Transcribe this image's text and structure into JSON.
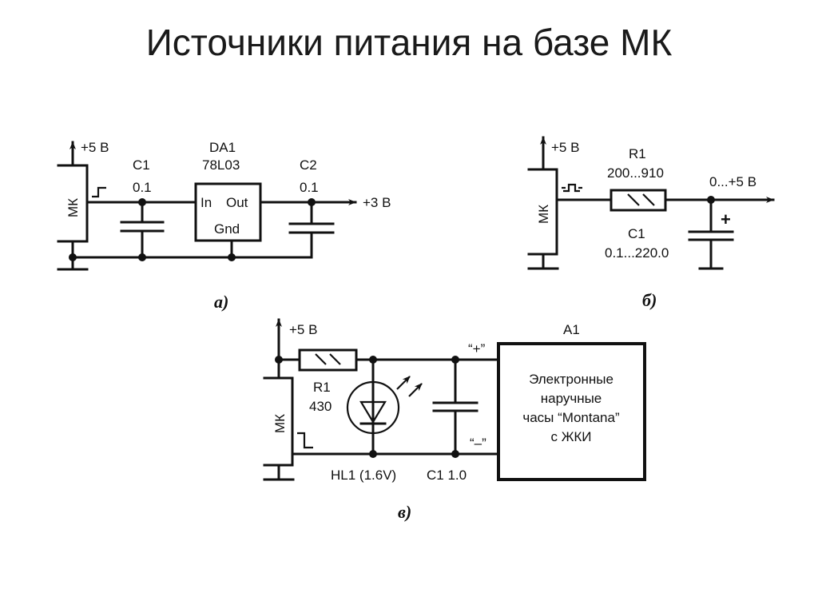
{
  "title": "Источники питания на базе МК",
  "diagram_a": {
    "caption": "а)",
    "mk_label": "МК",
    "supply": "+5 В",
    "c1_name": "C1",
    "c1_value": "0.1",
    "da1_name": "DA1",
    "da1_part": "78L03",
    "pin_in": "In",
    "pin_out": "Out",
    "pin_gnd": "Gnd",
    "c2_name": "C2",
    "c2_value": "0.1",
    "output": "+3 В"
  },
  "diagram_b": {
    "caption": "б)",
    "mk_label": "МК",
    "supply": "+5 В",
    "r1_name": "R1",
    "r1_value": "200...910",
    "c1_name": "C1",
    "c1_value": "0.1...220.0",
    "c1_polarity": "+",
    "output": "0...+5 В"
  },
  "diagram_c": {
    "caption": "в)",
    "mk_label": "МК",
    "supply": "+5 В",
    "r1_name": "R1",
    "r1_value": "430",
    "hl1_label": "HL1 (1.6V)",
    "c1_label": "C1 1.0",
    "plus_label": "“+”",
    "minus_label": "“–”",
    "a1_name": "A1",
    "a1_lines": [
      "Электронные",
      "наручные",
      "часы “Montana”",
      "с ЖКИ"
    ]
  }
}
